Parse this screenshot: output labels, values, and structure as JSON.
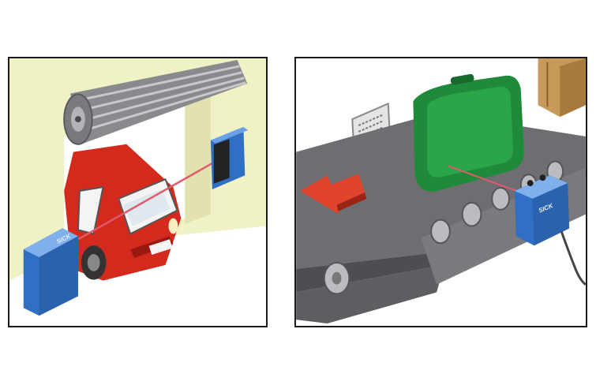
{
  "scenes": [
    {
      "id": "garage-door-vehicle-detection",
      "sensor_brand_text": "SICK"
    },
    {
      "id": "conveyor-object-detection",
      "sensor_brand_text": "SICK"
    }
  ],
  "colors": {
    "wall": "#f1f1c6",
    "car_body": "#d42a1e",
    "sensor_blue": "#2f6fc4",
    "laser": "#e05a6a",
    "conveyor": "#6e6e72",
    "suitcase": "#1f8a3a",
    "arrow": "#e0442c",
    "box": "#c89a5a"
  }
}
